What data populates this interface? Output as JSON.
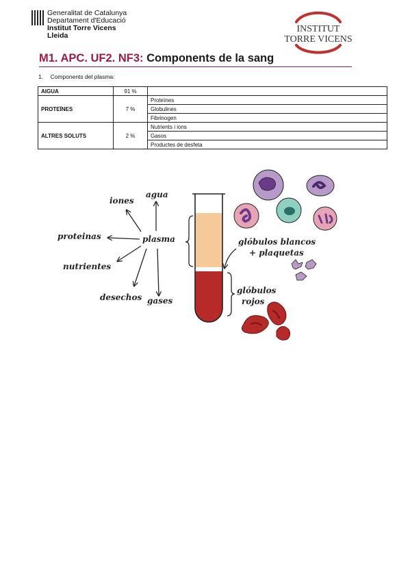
{
  "header": {
    "gen_line1": "Generalitat de Catalunya",
    "gen_line2": "Departament d'Educació",
    "gen_line3": "Institut Torre Vicens",
    "gen_line4": "Lleida",
    "logo_line1": "INSTITUT",
    "logo_line2": "TORRE VICENS"
  },
  "title": {
    "code": "M1. APC. UF2. NF3:",
    "text": "Components de la sang"
  },
  "section": {
    "number": "1.",
    "label": "Components del plasma:"
  },
  "table": {
    "rows": [
      {
        "label": "AIGUA",
        "pct": "91 %",
        "items": [
          ""
        ]
      },
      {
        "label": "PROTEÏNES",
        "pct": "7 %",
        "items": [
          "Proteïnes",
          "Globulines",
          "Fibrinogen"
        ]
      },
      {
        "label": "ALTRES SOLUTS",
        "pct": "2 %",
        "items": [
          "Nutrients i ions",
          "Gasos",
          "Productes de desfeta"
        ]
      }
    ]
  },
  "illustration": {
    "center": "plasma",
    "satellites": [
      "iones",
      "agua",
      "proteinas",
      "nutrientes",
      "desechos",
      "gases"
    ],
    "white_label_1": "glóbulos blancos",
    "white_label_2": "+ plaquetas",
    "red_label_1": "glóbulos",
    "red_label_2": "rojos"
  },
  "colors": {
    "title_accent": "#9b1b45",
    "plasma": "#f5c99a",
    "red_cells": "#b72a2a",
    "wbc_purple": "#9a6fb0",
    "wbc_pink": "#e7a4b4",
    "wbc_teal": "#8fd1c0",
    "platelet": "#b99ac8"
  }
}
